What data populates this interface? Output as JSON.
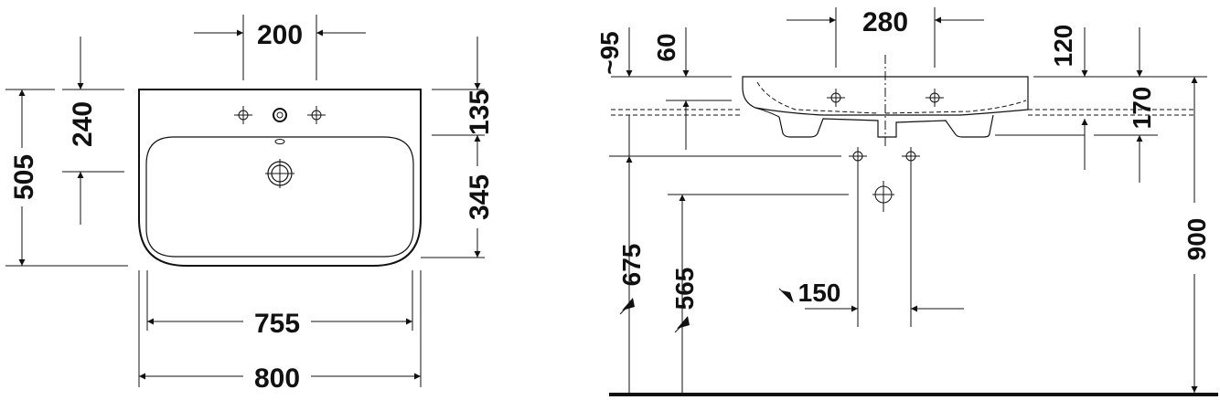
{
  "top_view": {
    "dim_tap_spacing": "200",
    "dim_top_to_bowl": "240",
    "dim_total_depth": "505",
    "dim_rim_to_taphole": "135",
    "dim_taphole_to_front": "345",
    "dim_bowl_width": "755",
    "dim_total_width": "800"
  },
  "side_view": {
    "dim_outer_tap_spacing": "280",
    "dim_approx_95": "~95",
    "dim_60": "60",
    "dim_120": "120",
    "dim_170": "170",
    "dim_900": "900",
    "dim_675": "675",
    "dim_565": "565",
    "dim_150": "150"
  }
}
